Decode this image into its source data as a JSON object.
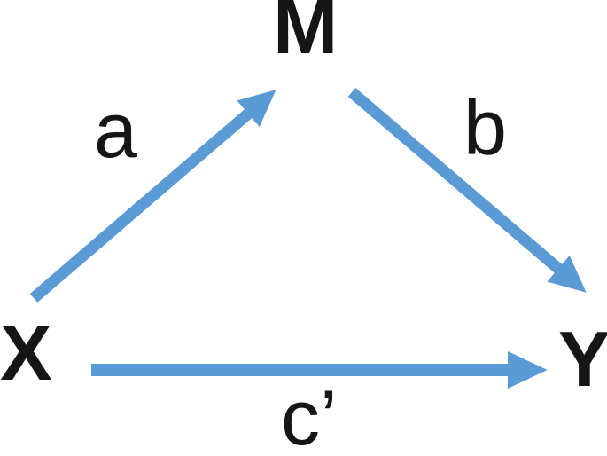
{
  "diagram": {
    "type": "mediation-path-model",
    "arrow_color": "#5b9bd5",
    "text_color": "#161616",
    "background_color": "#ffffff",
    "nodes": [
      {
        "id": "M",
        "label": "M",
        "role": "mediator"
      },
      {
        "id": "X",
        "label": "X",
        "role": "independent-variable"
      },
      {
        "id": "Y",
        "label": "Y",
        "role": "dependent-variable"
      }
    ],
    "paths": [
      {
        "id": "a",
        "label": "a",
        "from": "X",
        "to": "M"
      },
      {
        "id": "b",
        "label": "b",
        "from": "M",
        "to": "Y"
      },
      {
        "id": "c_prime",
        "label": "c’",
        "from": "X",
        "to": "Y"
      }
    ]
  }
}
